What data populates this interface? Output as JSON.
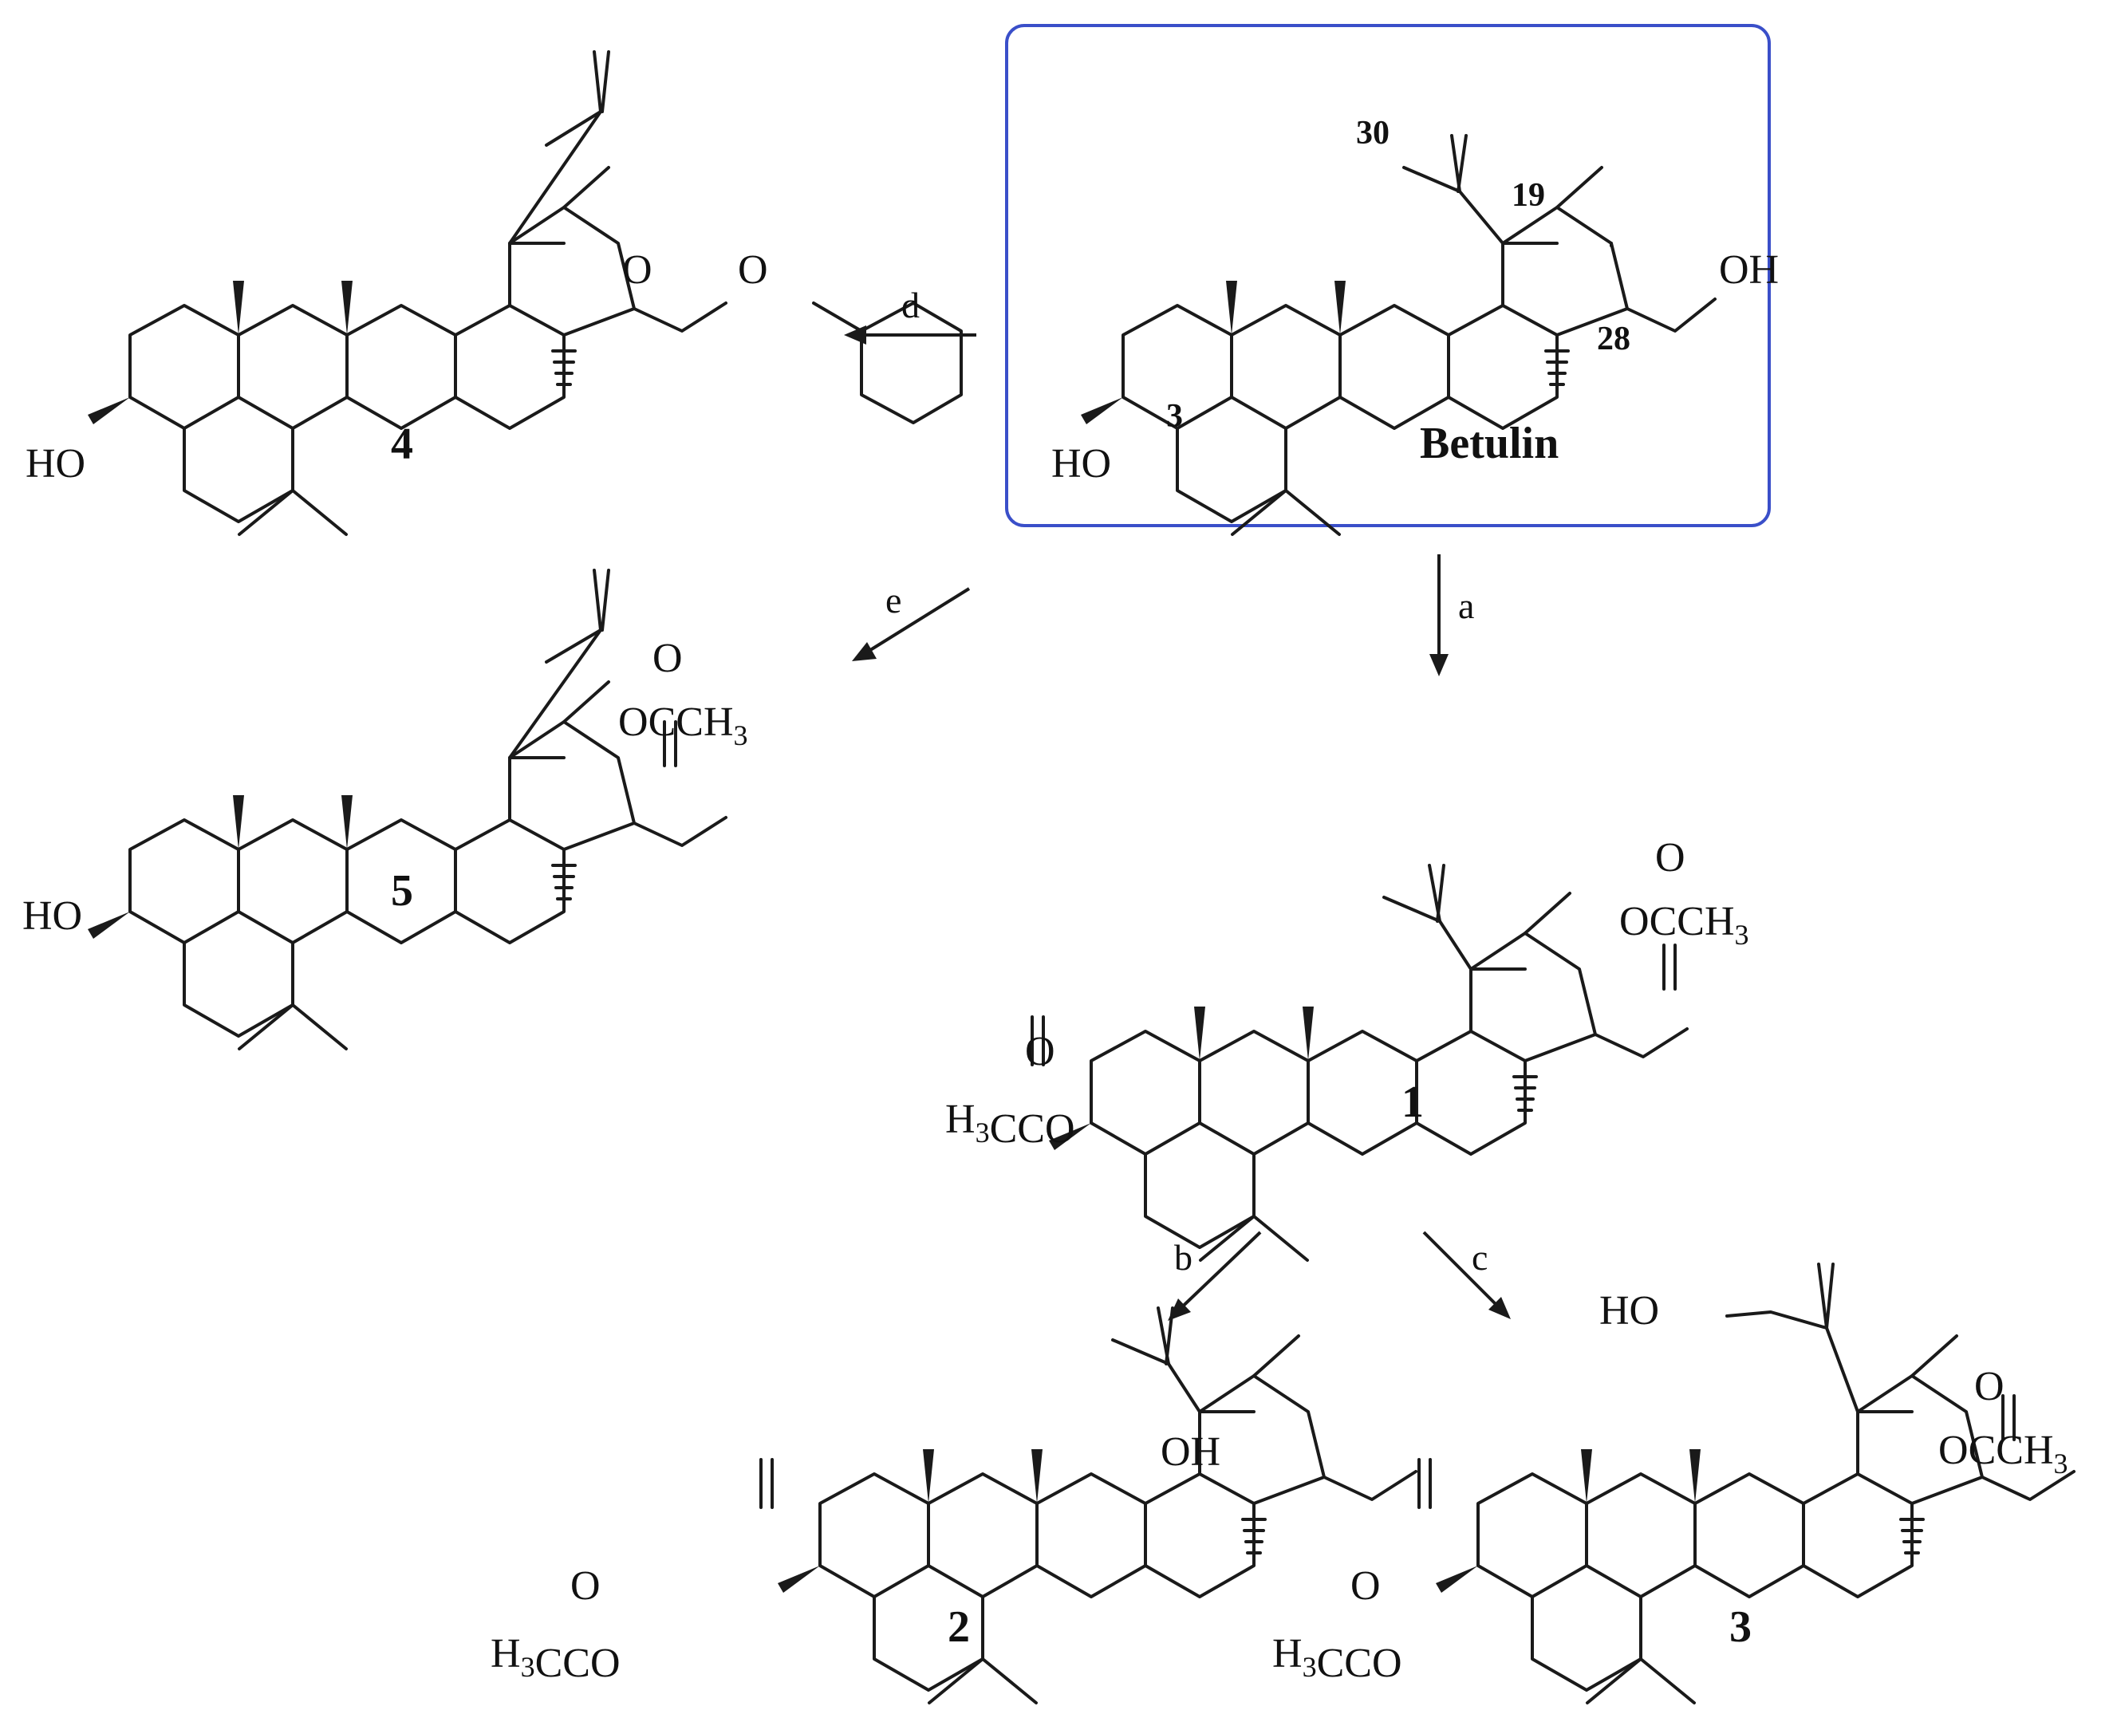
{
  "scheme": {
    "highlight_color": "#3a4fc9",
    "betulin": {
      "name": "Betulin",
      "atoms": {
        "ho": "HO",
        "oh": "OH"
      },
      "positions": {
        "c3": "3",
        "c19": "19",
        "c28": "28",
        "c30": "30"
      }
    },
    "compounds": [
      {
        "id": "1",
        "label": "1",
        "c3_group": "acetate",
        "c28_group": "acetate",
        "c30_group": "none"
      },
      {
        "id": "2",
        "label": "2",
        "c3_group": "acetate",
        "c28_group": "hydroxyl",
        "c30_group": "none"
      },
      {
        "id": "3",
        "label": "3",
        "c3_group": "acetate",
        "c28_group": "acetate",
        "c30_group": "hydroxyl"
      },
      {
        "id": "4",
        "label": "4",
        "c3_group": "hydroxyl",
        "c28_group": "thp-ether",
        "c30_group": "none"
      },
      {
        "id": "5",
        "label": "5",
        "c3_group": "hydroxyl",
        "c28_group": "acetate",
        "c30_group": "none"
      }
    ],
    "text": {
      "acetyl_left": "H3CCO",
      "acetyl_right": "OCCH3",
      "carbonyl_o": "O",
      "ether_o": "O",
      "ho": "HO",
      "oh": "OH"
    },
    "reactions": [
      {
        "label": "a",
        "from": "Betulin",
        "to": "1"
      },
      {
        "label": "b",
        "from": "1",
        "to": "2"
      },
      {
        "label": "c",
        "from": "1",
        "to": "3"
      },
      {
        "label": "d",
        "from": "Betulin",
        "to": "4"
      },
      {
        "label": "e",
        "from": "Betulin",
        "to": "5"
      }
    ]
  }
}
